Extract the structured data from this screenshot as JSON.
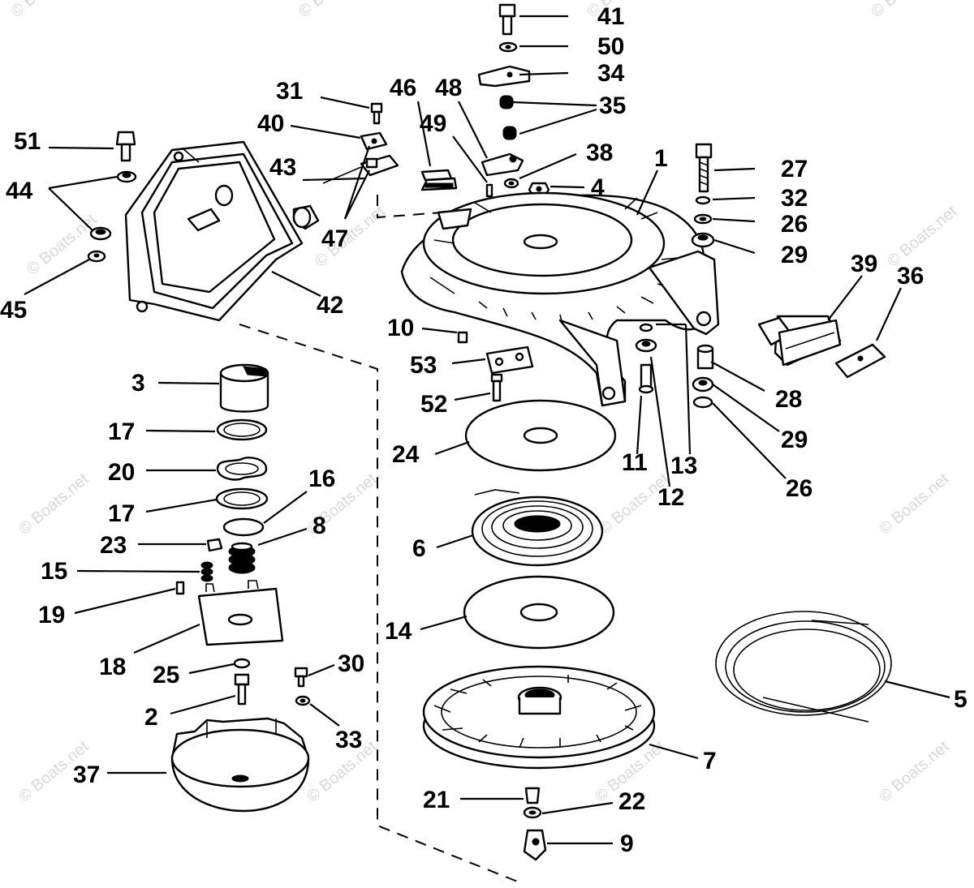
{
  "watermark": "© Boats.net",
  "callouts": {
    "p41": "41",
    "p50": "50",
    "p34": "34",
    "p35": "35",
    "p38": "38",
    "p4": "4",
    "p1": "1",
    "p27": "27",
    "p32": "32",
    "p26a": "26",
    "p29a": "29",
    "p39": "39",
    "p36": "36",
    "p31": "31",
    "p46": "46",
    "p48": "48",
    "p49": "49",
    "p40": "40",
    "p43": "43",
    "p51": "51",
    "p44": "44",
    "p47": "47",
    "p42": "42",
    "p45": "45",
    "p10": "10",
    "p53": "53",
    "p52": "52",
    "p28": "28",
    "p29b": "29",
    "p26b": "26",
    "p11": "11",
    "p13": "13",
    "p12": "12",
    "p3": "3",
    "p17a": "17",
    "p20": "20",
    "p17b": "17",
    "p16": "16",
    "p8": "8",
    "p23": "23",
    "p15": "15",
    "p19": "19",
    "p18": "18",
    "p25": "25",
    "p30": "30",
    "p2": "2",
    "p33": "33",
    "p37": "37",
    "p24": "24",
    "p6": "6",
    "p14": "14",
    "p7": "7",
    "p5": "5",
    "p21": "21",
    "p22": "22",
    "p9": "9"
  }
}
